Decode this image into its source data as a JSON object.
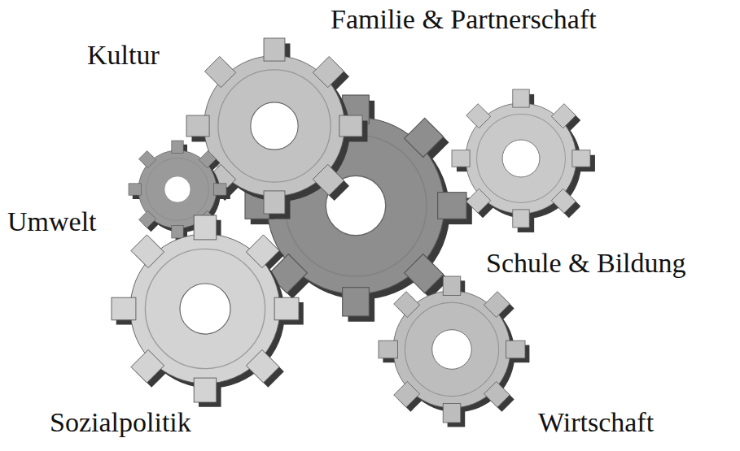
{
  "diagram": {
    "labels": [
      "Familie & Partnerschaft",
      "Kultur",
      "Umwelt",
      "Schule & Bildung",
      "Sozialpolitik",
      "Wirtschaft"
    ]
  }
}
